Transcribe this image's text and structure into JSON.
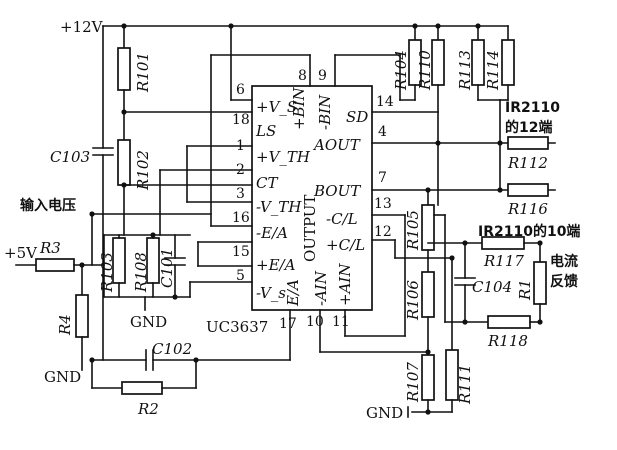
{
  "diagram": {
    "supply_label": "+12V",
    "input_voltage_label": "输入电压",
    "plus5v_label": "+5V",
    "gnd_labels": [
      "GND",
      "GND",
      "GND"
    ],
    "ic": {
      "name": "UC3637",
      "output_label": "OUTPUT",
      "pins_left": [
        {
          "num": "6",
          "name": "+V_S"
        },
        {
          "num": "18",
          "name": "LS"
        },
        {
          "num": "1",
          "name": "+V_TH"
        },
        {
          "num": "2",
          "name": "CT"
        },
        {
          "num": "3",
          "name": "-V_TH"
        },
        {
          "num": "16",
          "name": "-E/A"
        },
        {
          "num": "15",
          "name": "+E/A"
        },
        {
          "num": "5",
          "name": "-V_s"
        }
      ],
      "pins_top": [
        {
          "num": "8",
          "name": "+BIN"
        },
        {
          "num": "9",
          "name": "-BIN"
        }
      ],
      "pins_right": [
        {
          "num": "14",
          "name": "SD"
        },
        {
          "num": "4",
          "name": "AOUT"
        },
        {
          "num": "7",
          "name": "BOUT"
        },
        {
          "num": "13",
          "name": "-C/L"
        },
        {
          "num": "12",
          "name": "+C/L"
        }
      ],
      "pins_bottom": [
        {
          "num": "17",
          "name": "E/A"
        },
        {
          "num": "10",
          "name": "-AIN"
        },
        {
          "num": "11",
          "name": "+AIN"
        }
      ]
    },
    "resistors": [
      "R101",
      "R102",
      "R103",
      "R108",
      "R104",
      "R110",
      "R113",
      "R114",
      "R112",
      "R116",
      "R105",
      "R117",
      "R1",
      "R106",
      "R118",
      "R107",
      "R111",
      "R3",
      "R4",
      "R2"
    ],
    "capacitors": [
      "C103",
      "C101",
      "C104",
      "C102"
    ],
    "annotations": {
      "ir_pin12_line1": "IR2110",
      "ir_pin12_line2": "的12端",
      "ir_pin10": "IR2110的10端",
      "current_feedback_line1": "电流",
      "current_feedback_line2": "反馈"
    }
  }
}
